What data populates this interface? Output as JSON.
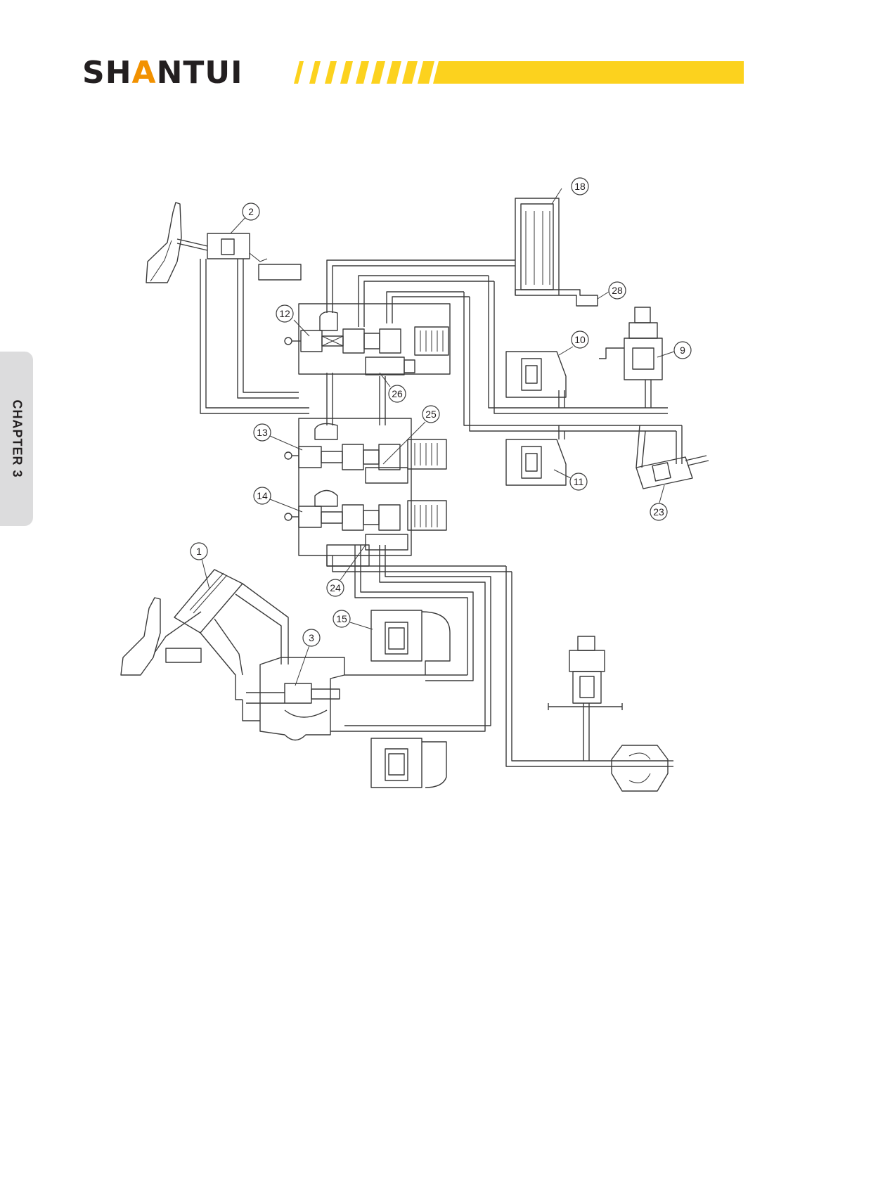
{
  "header": {
    "brand_part1": "SH",
    "brand_accent": "A",
    "brand_part2": "NTUI",
    "stripe_color": "#fcd21e",
    "accent_color": "#f29100"
  },
  "side_tab": {
    "label": "CHAPTER 3"
  },
  "callouts": [
    "18",
    "2",
    "28",
    "12",
    "10",
    "9",
    "26",
    "25",
    "13",
    "11",
    "23",
    "14",
    "1",
    "24",
    "15",
    "3"
  ]
}
